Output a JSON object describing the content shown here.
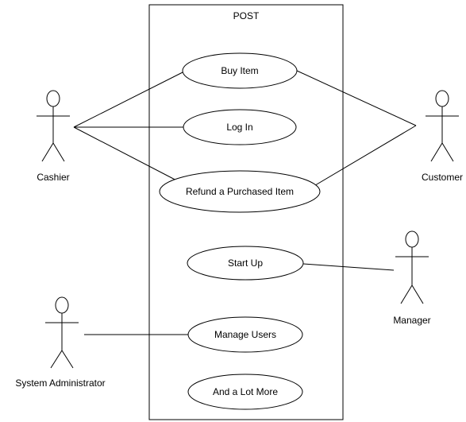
{
  "system": {
    "name": "POST"
  },
  "actors": {
    "cashier": "Cashier",
    "customer": "Customer",
    "manager": "Manager",
    "system_admin": "System Administrator"
  },
  "use_cases": {
    "buy_item": "Buy Item",
    "log_in": "Log In",
    "refund": "Refund a Purchased Item",
    "start_up": "Start Up",
    "manage_users": "Manage Users",
    "more": "And a Lot More"
  }
}
